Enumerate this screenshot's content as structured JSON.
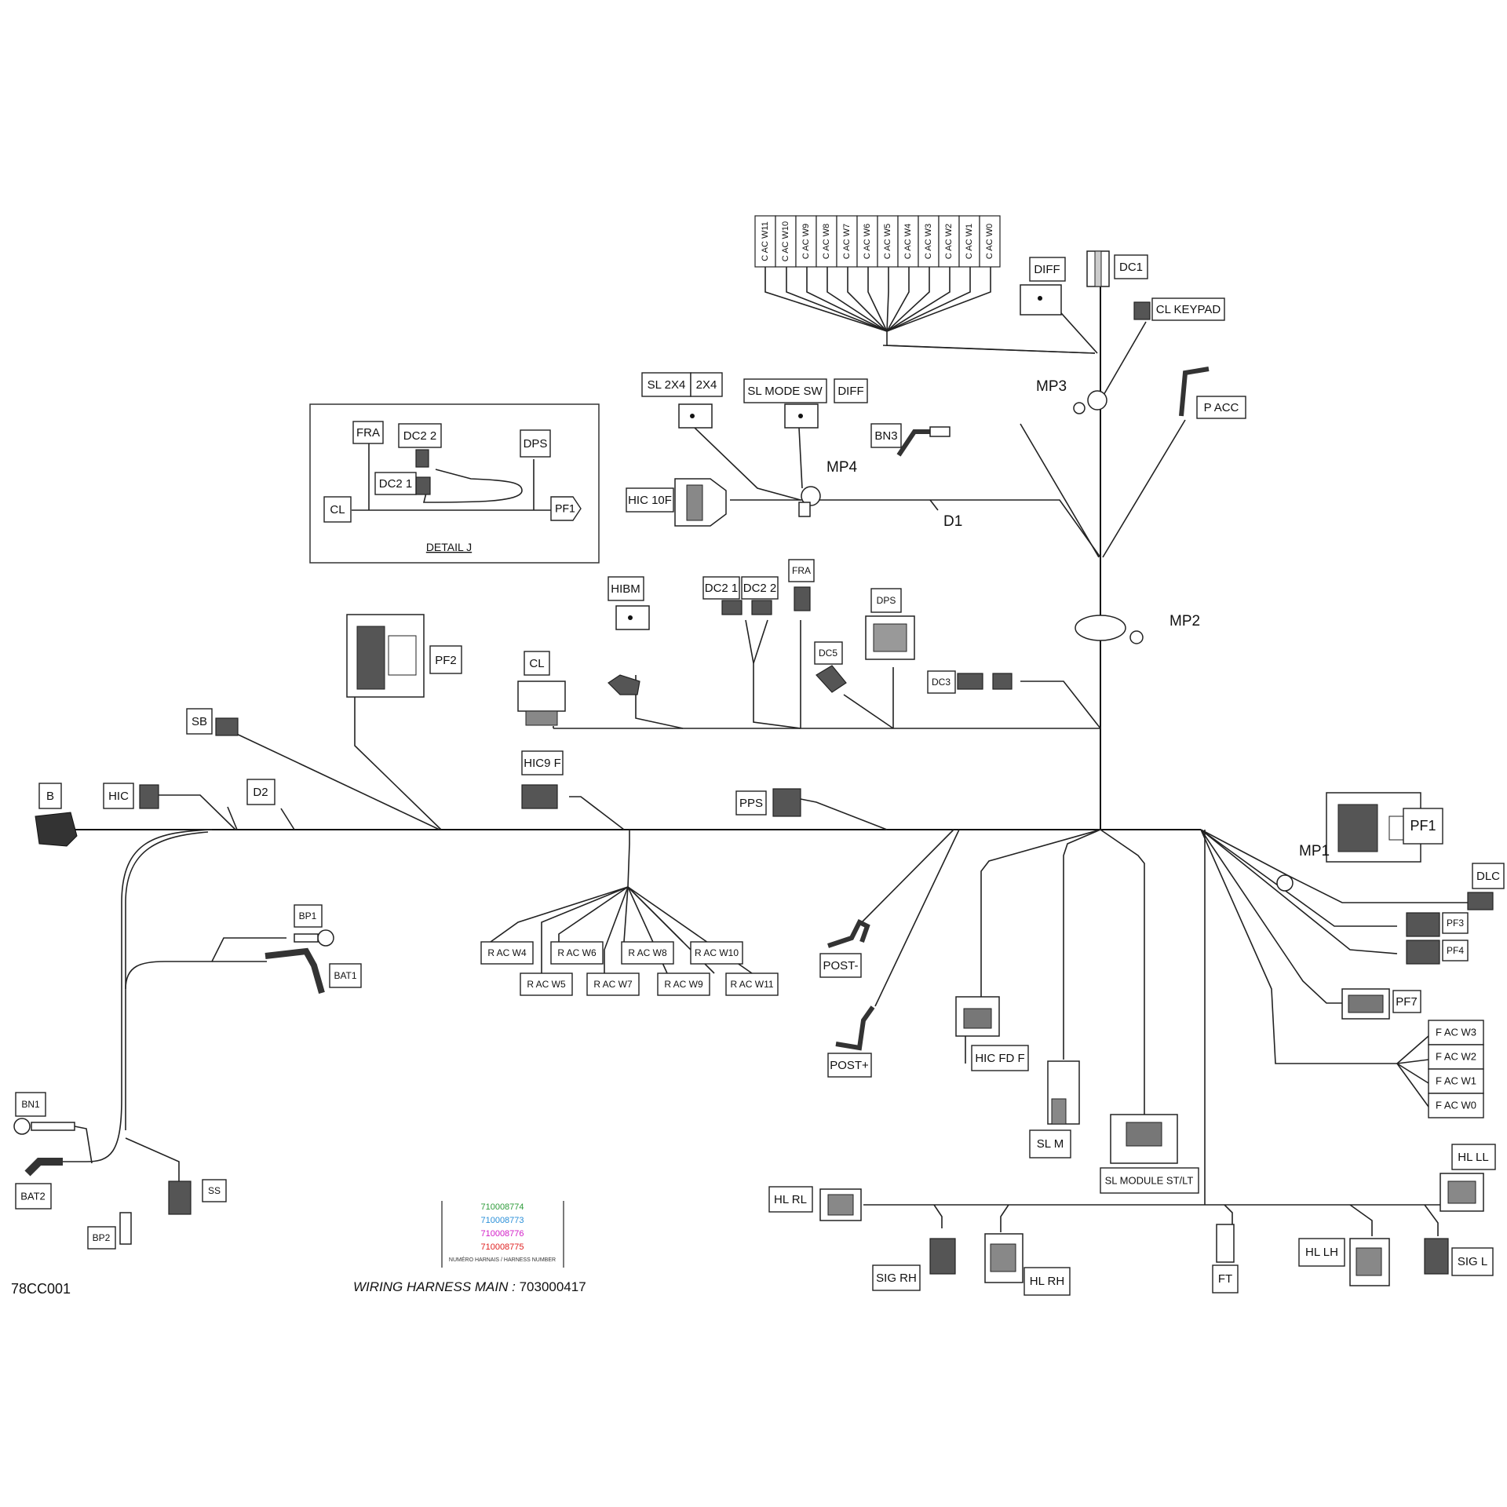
{
  "diagram": {
    "drawing_code": "78CC001",
    "title_prefix": "WIRING HARNESS  MAIN : ",
    "part_number": "703000417",
    "detail_title": "DETAIL J",
    "harness_numbers": [
      {
        "number": "710008774",
        "color": "#2e9b3a"
      },
      {
        "number": "710008773",
        "color": "#2a8fd8"
      },
      {
        "number": "710008776",
        "color": "#d21cc7"
      },
      {
        "number": "710008775",
        "color": "#e02020"
      }
    ],
    "harness_caption": "NUMÉRO HARNAIS / HARNESS NUMBER"
  },
  "labels": {
    "c_ac": [
      "C AC W11",
      "C AC W10",
      "C AC W9",
      "C AC W8",
      "C AC W7",
      "C AC W6",
      "C AC W5",
      "C AC W4",
      "C AC W3",
      "C AC W2",
      "C AC W1",
      "C AC W0"
    ],
    "diff_top": "DIFF",
    "dc1": "DC1",
    "cl_keypad": "CL KEYPAD",
    "mp3": "MP3",
    "p_acc": "P ACC",
    "sl_2x4": "SL 2X4",
    "two_x4": "2X4",
    "sl_mode_sw": "SL MODE SW",
    "diff_mid": "DIFF",
    "bn3": "BN3",
    "mp4": "MP4",
    "hic_10f": "HIC 10F",
    "d1": "D1",
    "det_fra": "FRA",
    "det_dc2_2": "DC2 2",
    "det_dps": "DPS",
    "det_dc2_1": "DC2 1",
    "det_cl": "CL",
    "det_pf1": "PF1",
    "hibm": "HIBM",
    "dc2_1": "DC2 1",
    "dc2_2": "DC2 2",
    "fra": "FRA",
    "dps": "DPS",
    "mp2": "MP2",
    "dc5": "DC5",
    "dc3": "DC3",
    "cl": "CL",
    "pf2": "PF2",
    "sb": "SB",
    "b": "B",
    "hic": "HIC",
    "d2": "D2",
    "hic9_f": "HIC9 F",
    "pps": "PPS",
    "pf1": "PF1",
    "mp1": "MP1",
    "dlc": "DLC",
    "pf3": "PF3",
    "pf4": "PF4",
    "pf7": "PF7",
    "f_ac": [
      "F AC W3",
      "F AC W2",
      "F AC W1",
      "F AC W0"
    ],
    "r_ac_top": [
      "R AC W4",
      "R AC W6",
      "R AC W8",
      "R AC W10"
    ],
    "r_ac_bot": [
      "R AC W5",
      "R AC W7",
      "R AC W9",
      "R AC W11"
    ],
    "bp1": "BP1",
    "bat1": "BAT1",
    "post_neg": "POST-",
    "post_pos": "POST+",
    "hic_fd_f": "HIC FD F",
    "sl_m": "SL M",
    "sl_module": "SL MODULE ST/LT",
    "bn1": "BN1",
    "bat2": "BAT2",
    "ss": "SS",
    "bp2": "BP2",
    "hl_rl": "HL RL",
    "sig_rh": "SIG RH",
    "hl_rh": "HL RH",
    "ft": "FT",
    "hl_lh": "HL LH",
    "sig_l": "SIG L",
    "hl_ll": "HL LL"
  }
}
